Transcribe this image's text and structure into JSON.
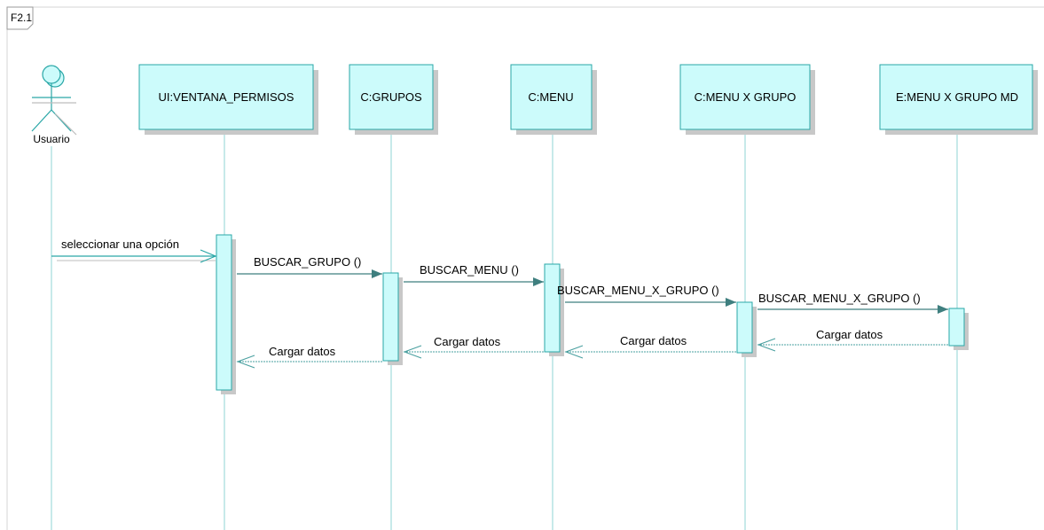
{
  "frame": {
    "label": "F2.1"
  },
  "actor": {
    "name": "Usuario",
    "icon": "actor-stick-figure-icon"
  },
  "lifelines": [
    {
      "id": "ui",
      "label": "UI:VENTANA_PERMISOS"
    },
    {
      "id": "grupos",
      "label": "C:GRUPOS"
    },
    {
      "id": "menu",
      "label": "C:MENU"
    },
    {
      "id": "menuxgrupo",
      "label": "C:MENU X GRUPO"
    },
    {
      "id": "menuxgrupomd",
      "label": "E:MENU X GRUPO MD"
    }
  ],
  "messages": [
    {
      "id": "m1",
      "from": "Usuario",
      "to": "UI:VENTANA_PERMISOS",
      "label": "seleccionar una opción",
      "kind": "async"
    },
    {
      "id": "m2",
      "from": "UI:VENTANA_PERMISOS",
      "to": "C:GRUPOS",
      "label": "BUSCAR_GRUPO ()",
      "kind": "call"
    },
    {
      "id": "m3",
      "from": "C:GRUPOS",
      "to": "C:MENU",
      "label": "BUSCAR_MENU ()",
      "kind": "call"
    },
    {
      "id": "m4",
      "from": "C:MENU",
      "to": "C:MENU X GRUPO",
      "label": "BUSCAR_MENU_X_GRUPO ()",
      "kind": "call"
    },
    {
      "id": "m5",
      "from": "C:MENU X GRUPO",
      "to": "E:MENU X GRUPO MD",
      "label": "BUSCAR_MENU_X_GRUPO ()",
      "kind": "call"
    },
    {
      "id": "r1",
      "from": "E:MENU X GRUPO MD",
      "to": "C:MENU X GRUPO",
      "label": "Cargar datos",
      "kind": "return"
    },
    {
      "id": "r2",
      "from": "C:MENU X GRUPO",
      "to": "C:MENU",
      "label": "Cargar datos",
      "kind": "return"
    },
    {
      "id": "r3",
      "from": "C:MENU",
      "to": "C:GRUPOS",
      "label": "Cargar datos",
      "kind": "return"
    },
    {
      "id": "r4",
      "from": "C:GRUPOS",
      "to": "UI:VENTANA_PERMISOS",
      "label": "Cargar datos",
      "kind": "return"
    }
  ],
  "colors": {
    "box_fill": "#ccfbfb",
    "box_stroke": "#2aa7a7",
    "lifeline": "#8fd6d6",
    "arrow": "#3f7f7f",
    "return": "#4aa0a0",
    "shadow": "#c8c8c8",
    "text": "#000000"
  }
}
